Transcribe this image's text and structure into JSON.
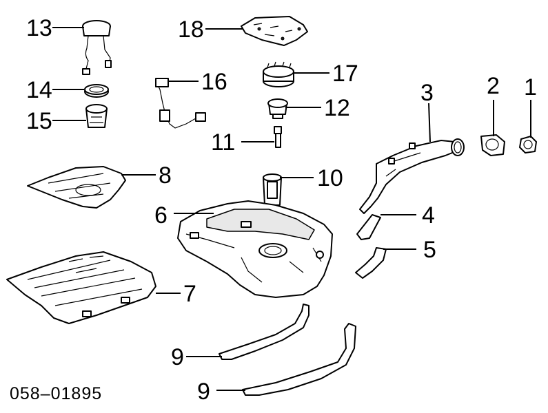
{
  "diagram_code": "058–01895",
  "callouts": [
    {
      "id": "c13",
      "label": "13"
    },
    {
      "id": "c14",
      "label": "14"
    },
    {
      "id": "c15",
      "label": "15"
    },
    {
      "id": "c18",
      "label": "18"
    },
    {
      "id": "c17",
      "label": "17"
    },
    {
      "id": "c16",
      "label": "16"
    },
    {
      "id": "c12",
      "label": "12"
    },
    {
      "id": "c11",
      "label": "11"
    },
    {
      "id": "c3",
      "label": "3"
    },
    {
      "id": "c2",
      "label": "2"
    },
    {
      "id": "c1",
      "label": "1"
    },
    {
      "id": "c8",
      "label": "8"
    },
    {
      "id": "c10",
      "label": "10"
    },
    {
      "id": "c6",
      "label": "6"
    },
    {
      "id": "c4",
      "label": "4"
    },
    {
      "id": "c5",
      "label": "5"
    },
    {
      "id": "c7",
      "label": "7"
    },
    {
      "id": "c9a",
      "label": "9"
    },
    {
      "id": "c9b",
      "label": "9"
    }
  ]
}
